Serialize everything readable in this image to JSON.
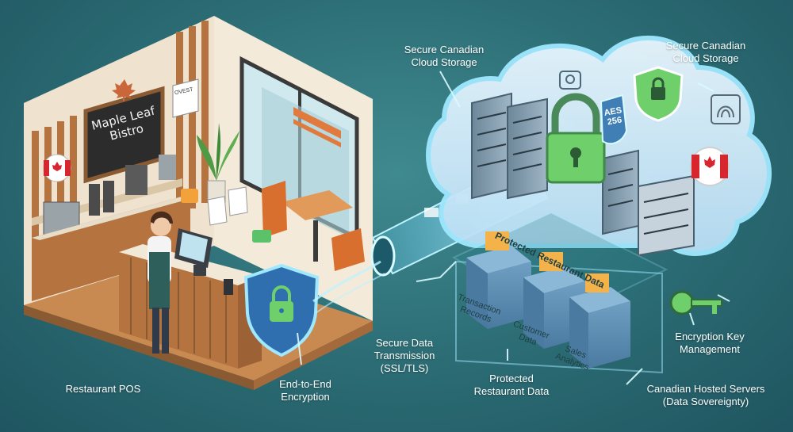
{
  "restaurant": {
    "sign_line1": "Maple Leaf",
    "sign_line2": "Bistro",
    "menu_board": "OVEST",
    "label": "Restaurant POS"
  },
  "encryption": {
    "line1": "End-to-End",
    "line2": "Encryption"
  },
  "transmission": {
    "line1": "Secure Data",
    "line2": "Transmission",
    "line3": "(SSL/TLS)"
  },
  "cloud": {
    "storage_left_line1": "Secure Canadian",
    "storage_left_line2": "Cloud Storage",
    "storage_right_line1": "Secure Canadian",
    "storage_right_line2": "Cloud Storage",
    "badge": "AES 256"
  },
  "protected_panel": {
    "title": "Protected Restaurant Data",
    "box1": "Transaction Records",
    "box2": "Customer Data",
    "box3": "Sales Analytics",
    "caption_line1": "Protected",
    "caption_line2": "Restaurant Data"
  },
  "key_mgmt": {
    "line1": "Encryption Key",
    "line2": "Management"
  },
  "servers": {
    "line1": "Canadian Hosted Servers",
    "line2": "(Data Sovereignty)"
  },
  "colors": {
    "background": "#2b6b73",
    "cloud_glow": "#9fe8ff",
    "shield": "#2f6fb0",
    "lock_green": "#6fcf6a",
    "wood": "#b5733f",
    "canada_red": "#d7262e"
  }
}
